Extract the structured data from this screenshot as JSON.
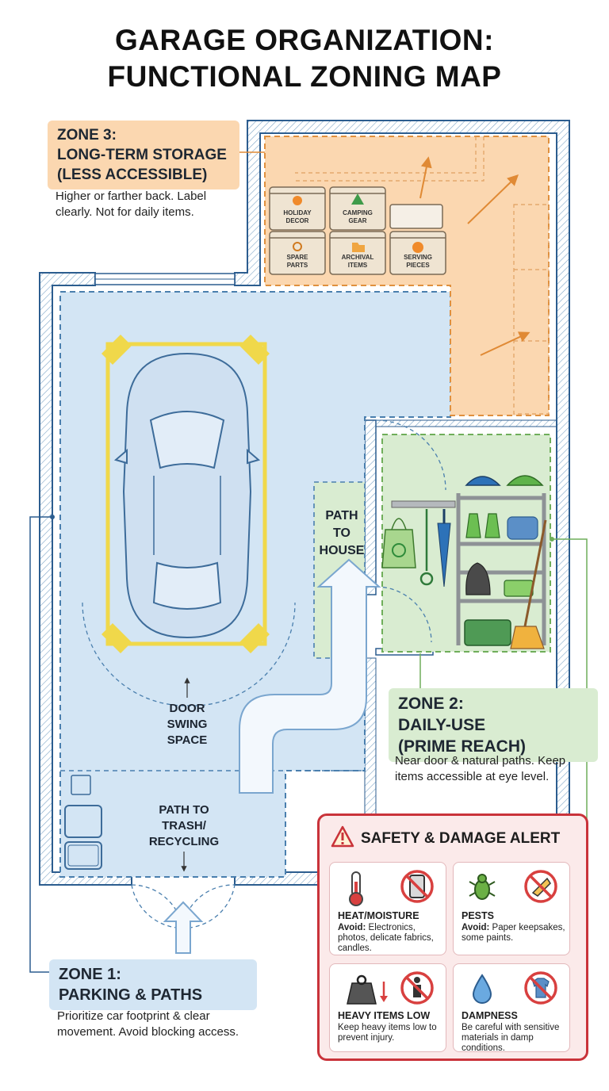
{
  "title": {
    "line1": "GARAGE ORGANIZATION:",
    "line2": "FUNCTIONAL ZONING MAP"
  },
  "zone3": {
    "tag_line1": "ZONE 3:",
    "tag_line2": "LONG-TERM STORAGE",
    "tag_line3": "(LESS ACCESSIBLE)",
    "description": "Higher or farther back. Label clearly. Not for daily items.",
    "color": "#f6a35a",
    "bins": [
      {
        "line1": "HOLIDAY",
        "line2": "DECOR"
      },
      {
        "line1": "CAMPING",
        "line2": "GEAR"
      },
      {
        "line1": "SPARE",
        "line2": "PARTS"
      },
      {
        "line1": "ARCHIVAL",
        "line2": "ITEMS"
      },
      {
        "line1": "SERVING",
        "line2": "PIECES"
      }
    ]
  },
  "zone2": {
    "tag_line1": "ZONE 2:",
    "tag_line2": "DAILY-USE",
    "tag_line3": "(PRIME REACH)",
    "description": "Near door & natural paths. Keep items accessible at eye level.",
    "color": "#8ec27a"
  },
  "zone1": {
    "tag_line1": "ZONE 1:",
    "tag_line2": "PARKING & PATHS",
    "description": "Prioritize car footprint & clear movement. Avoid blocking access.",
    "color": "#8bbde3"
  },
  "labels": {
    "path_to_house_1": "PATH",
    "path_to_house_2": "TO",
    "path_to_house_3": "HOUSE",
    "door_swing_1": "DOOR",
    "door_swing_2": "SWING",
    "door_swing_3": "SPACE",
    "path_trash_1": "PATH TO",
    "path_trash_2": "TRASH/",
    "path_trash_3": "RECYCLING"
  },
  "alert": {
    "heading": "SAFETY & DAMAGE ALERT",
    "color": "#c9333a",
    "cards": [
      {
        "title": "HEAT/MOISTURE",
        "avoid": "Avoid:",
        "text": " Electronics, photos, delicate fabrics, candles."
      },
      {
        "title": "PESTS",
        "avoid": "Avoid:",
        "text": " Paper keepsakes, some paints."
      },
      {
        "title": "HEAVY ITEMS LOW",
        "text": "Keep heavy items low to prevent injury."
      },
      {
        "title": "DAMPNESS",
        "text": "Be careful with sensitive materials in damp conditions."
      }
    ]
  }
}
